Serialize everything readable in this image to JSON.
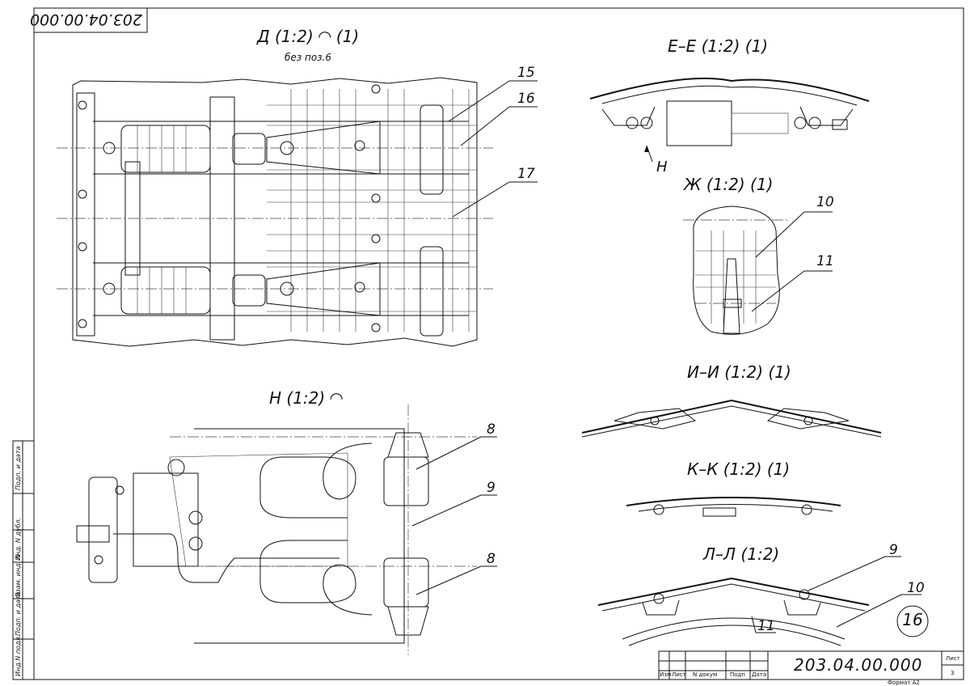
{
  "drawing_number": "203.04.00.000",
  "drawing_number_rotated": "203.04.00.000",
  "views": {
    "d": {
      "title": "Д (1:2) ◠ (1)",
      "subtitle": "без поз.6"
    },
    "e": {
      "title": "Е–Е (1:2) (1)",
      "arrow_label": "Н"
    },
    "zh": {
      "title": "Ж (1:2) (1)"
    },
    "n": {
      "title": "Н (1:2) ◠"
    },
    "i": {
      "title": "И–И (1:2) (1)"
    },
    "k": {
      "title": "К–К (1:2) (1)"
    },
    "l": {
      "title": "Л–Л (1:2)"
    }
  },
  "position_labels": {
    "p15": "15",
    "p16": "16",
    "p17": "17",
    "p10a": "10",
    "p11a": "11",
    "p8a": "8",
    "p9a": "9",
    "p8b": "8",
    "p9b": "9",
    "p10b": "10",
    "p11b": "11"
  },
  "sheet_number": "16",
  "title_block": {
    "cols": [
      "Изм",
      "Лист",
      "N докум",
      "Подп",
      "Дата"
    ],
    "list_label": "Лист",
    "list_value": "3",
    "format": "Формат А2"
  },
  "side_stamp": [
    "Инд.N подл.",
    "Подп. и дата",
    "Взам. инд. N",
    "Инд. N дубл.",
    "Подп. и дата"
  ]
}
